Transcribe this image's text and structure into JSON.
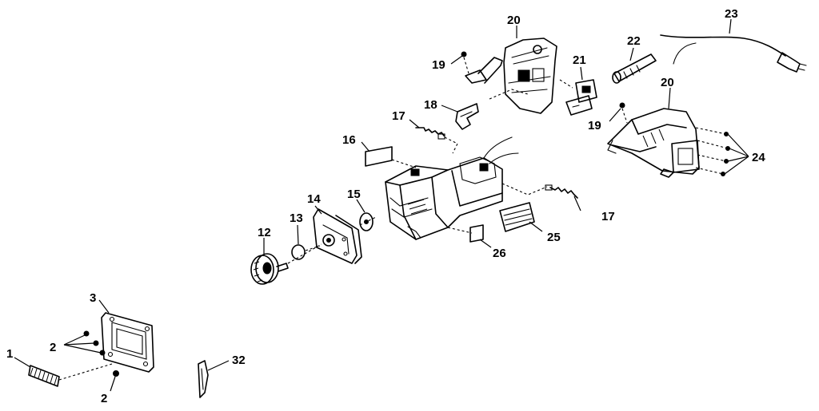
{
  "callouts": {
    "c1": "1",
    "c2a": "2",
    "c2b": "2",
    "c3": "3",
    "c12": "12",
    "c13": "13",
    "c14": "14",
    "c15": "15",
    "c16": "16",
    "c17a": "17",
    "c17b": "17",
    "c18": "18",
    "c19a": "19",
    "c19b": "19",
    "c20a": "20",
    "c20b": "20",
    "c21": "21",
    "c22": "22",
    "c23": "23",
    "c24": "24",
    "c25": "25",
    "c26": "26",
    "c32": "32"
  },
  "colors": {
    "ink": "#000000",
    "paper": "#ffffff"
  }
}
